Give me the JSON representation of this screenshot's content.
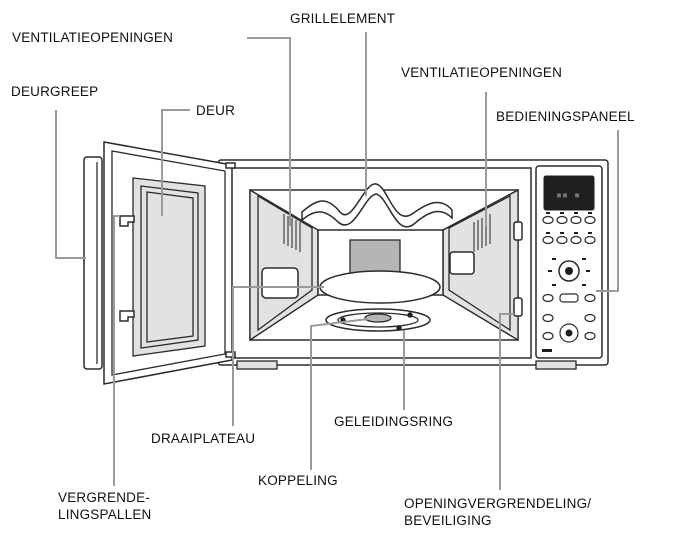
{
  "labels": {
    "grillelement": "GRILLELEMENT",
    "ventilatie_left": "VENTILATIEOPENINGEN",
    "ventilatie_right": "VENTILATIEOPENINGEN",
    "deurgreep": "DEURGREEP",
    "deur": "DEUR",
    "bedieningspaneel": "BEDIENINGSPANEEL",
    "draaiplateau": "DRAAIPLATEAU",
    "geleidingsring": "GELEIDINGSRING",
    "koppeling": "KOPPELING",
    "vergrendelingspallen": [
      "VERGRENDE-",
      "LINGSPALLEN"
    ],
    "openingvergrendeling": [
      "OPENINGVERGRENDELING/",
      "BEVEILIGING"
    ]
  },
  "colors": {
    "outline": "#2b2b2b",
    "leader": "#9a9a9a",
    "fill_grey": "#b5b5b5",
    "fill_light": "#e2e2e2"
  }
}
